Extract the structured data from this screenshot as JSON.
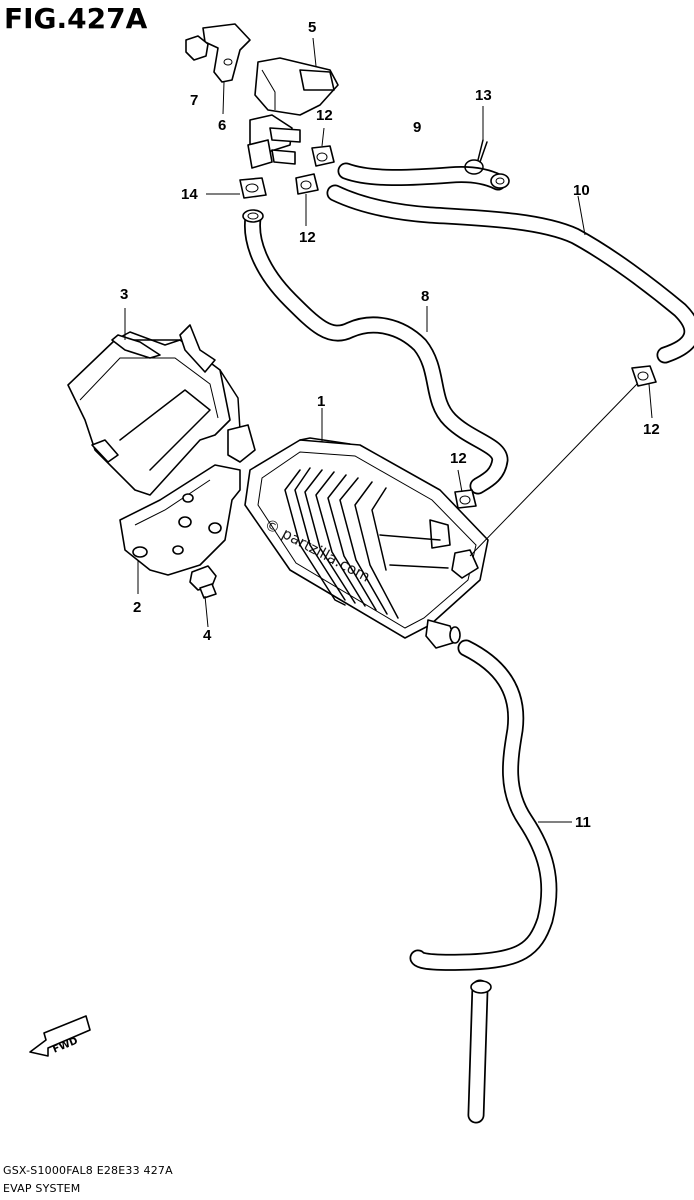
{
  "figure_title": "FIG.427A",
  "callouts": {
    "c1": "1",
    "c2": "2",
    "c3": "3",
    "c4": "4",
    "c5": "5",
    "c6": "6",
    "c7": "7",
    "c8": "8",
    "c9": "9",
    "c10": "10",
    "c11": "11",
    "c12a": "12",
    "c12b": "12",
    "c12c": "12",
    "c12d": "12",
    "c13": "13",
    "c14": "14"
  },
  "watermark": "© partzilla.com",
  "fwd_label": "FWD",
  "footer": {
    "model_line": "GSX-S1000FAL8  E28E33  427A",
    "section_name": "EVAP SYSTEM"
  }
}
